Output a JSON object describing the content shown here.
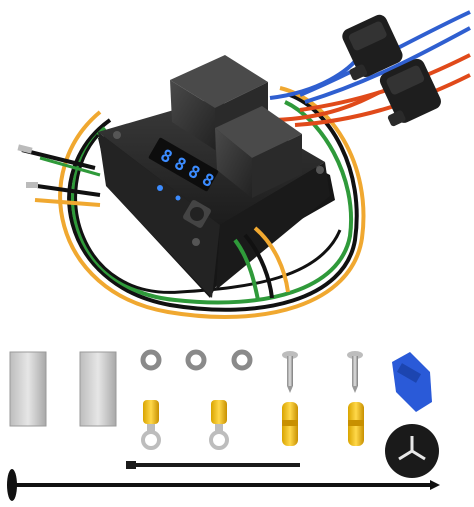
{
  "display": {
    "digits": [
      "8",
      "8",
      "8",
      "8"
    ]
  },
  "colors": {
    "housing": "#2a2a2a",
    "relay": "#333333",
    "wire_orange": "#f0a830",
    "wire_green": "#2f9a3a",
    "wire_black": "#111111",
    "wire_blue": "#2f5fd0",
    "wire_red": "#e04a1a",
    "led": "#3c8cff",
    "terminal_yellow": "#f2c200",
    "connector_blue": "#2a5ad8"
  },
  "kit_items": [
    {
      "name": "adhesive-pad",
      "count": 2
    },
    {
      "name": "washer",
      "count": 3
    },
    {
      "name": "self-tapping-screw",
      "count": 2
    },
    {
      "name": "tap-connector",
      "count": 1
    },
    {
      "name": "ring-terminal",
      "count": 2
    },
    {
      "name": "butt-connector",
      "count": 2
    },
    {
      "name": "mounting-disc",
      "count": 1
    },
    {
      "name": "cable-tie",
      "count": 1
    },
    {
      "name": "mounting-pin",
      "count": 1
    }
  ]
}
